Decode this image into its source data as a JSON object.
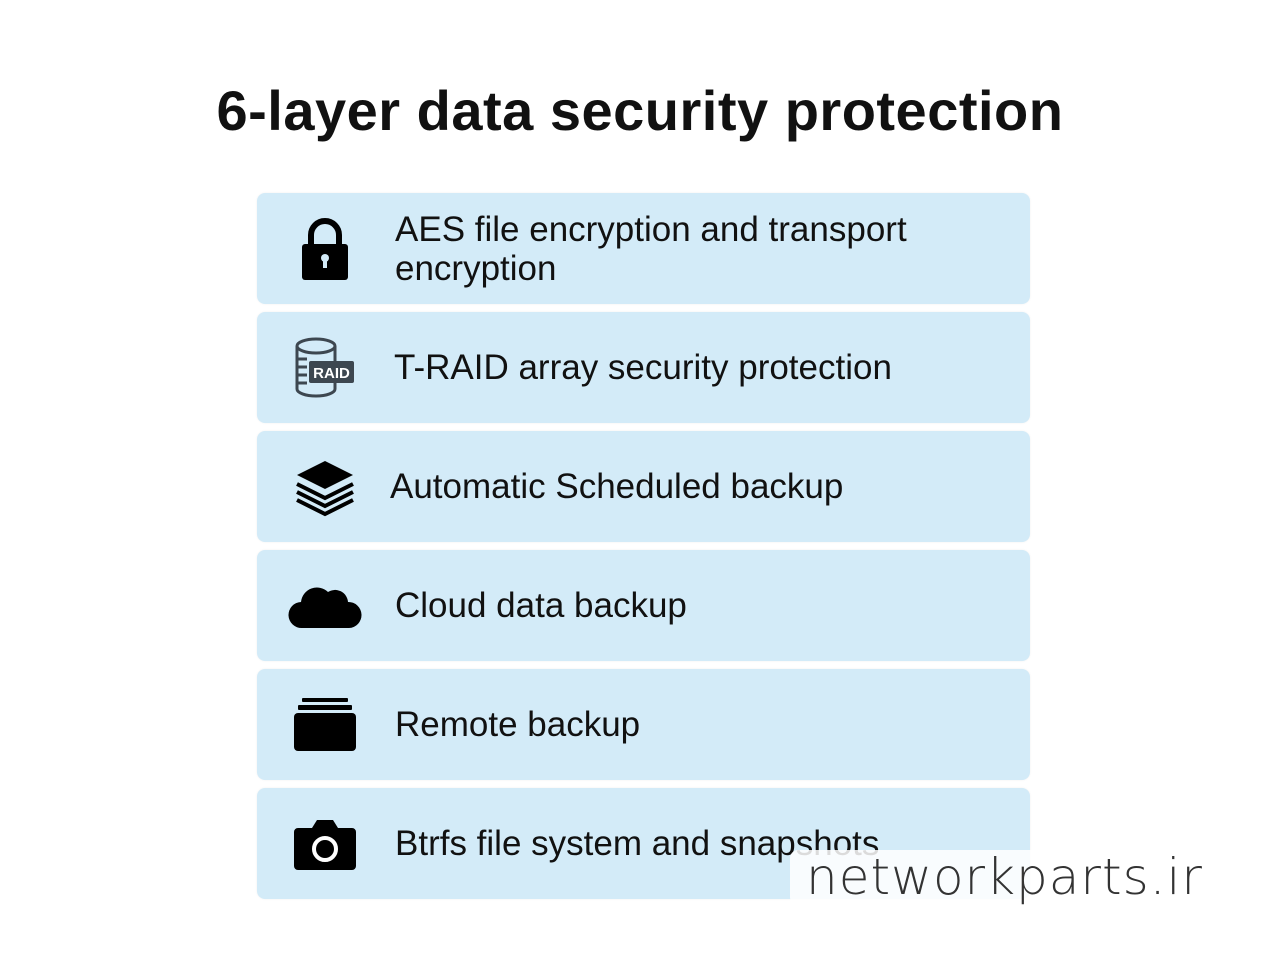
{
  "title": "6-layer data security protection",
  "items": [
    {
      "label": "AES file encryption and transport encryption",
      "icon": "lock-icon"
    },
    {
      "label": "T-RAID array security protection",
      "icon": "raid-icon",
      "icon_text": "RAID"
    },
    {
      "label": "Automatic Scheduled backup",
      "icon": "layers-icon"
    },
    {
      "label": "Cloud data backup",
      "icon": "cloud-icon"
    },
    {
      "label": "Remote backup",
      "icon": "stack-icon"
    },
    {
      "label": "Btrfs file system and snapshots",
      "icon": "camera-icon"
    }
  ],
  "watermark": "networkparts.ir",
  "colors": {
    "card": "#d3ebf8",
    "text": "#111111"
  }
}
